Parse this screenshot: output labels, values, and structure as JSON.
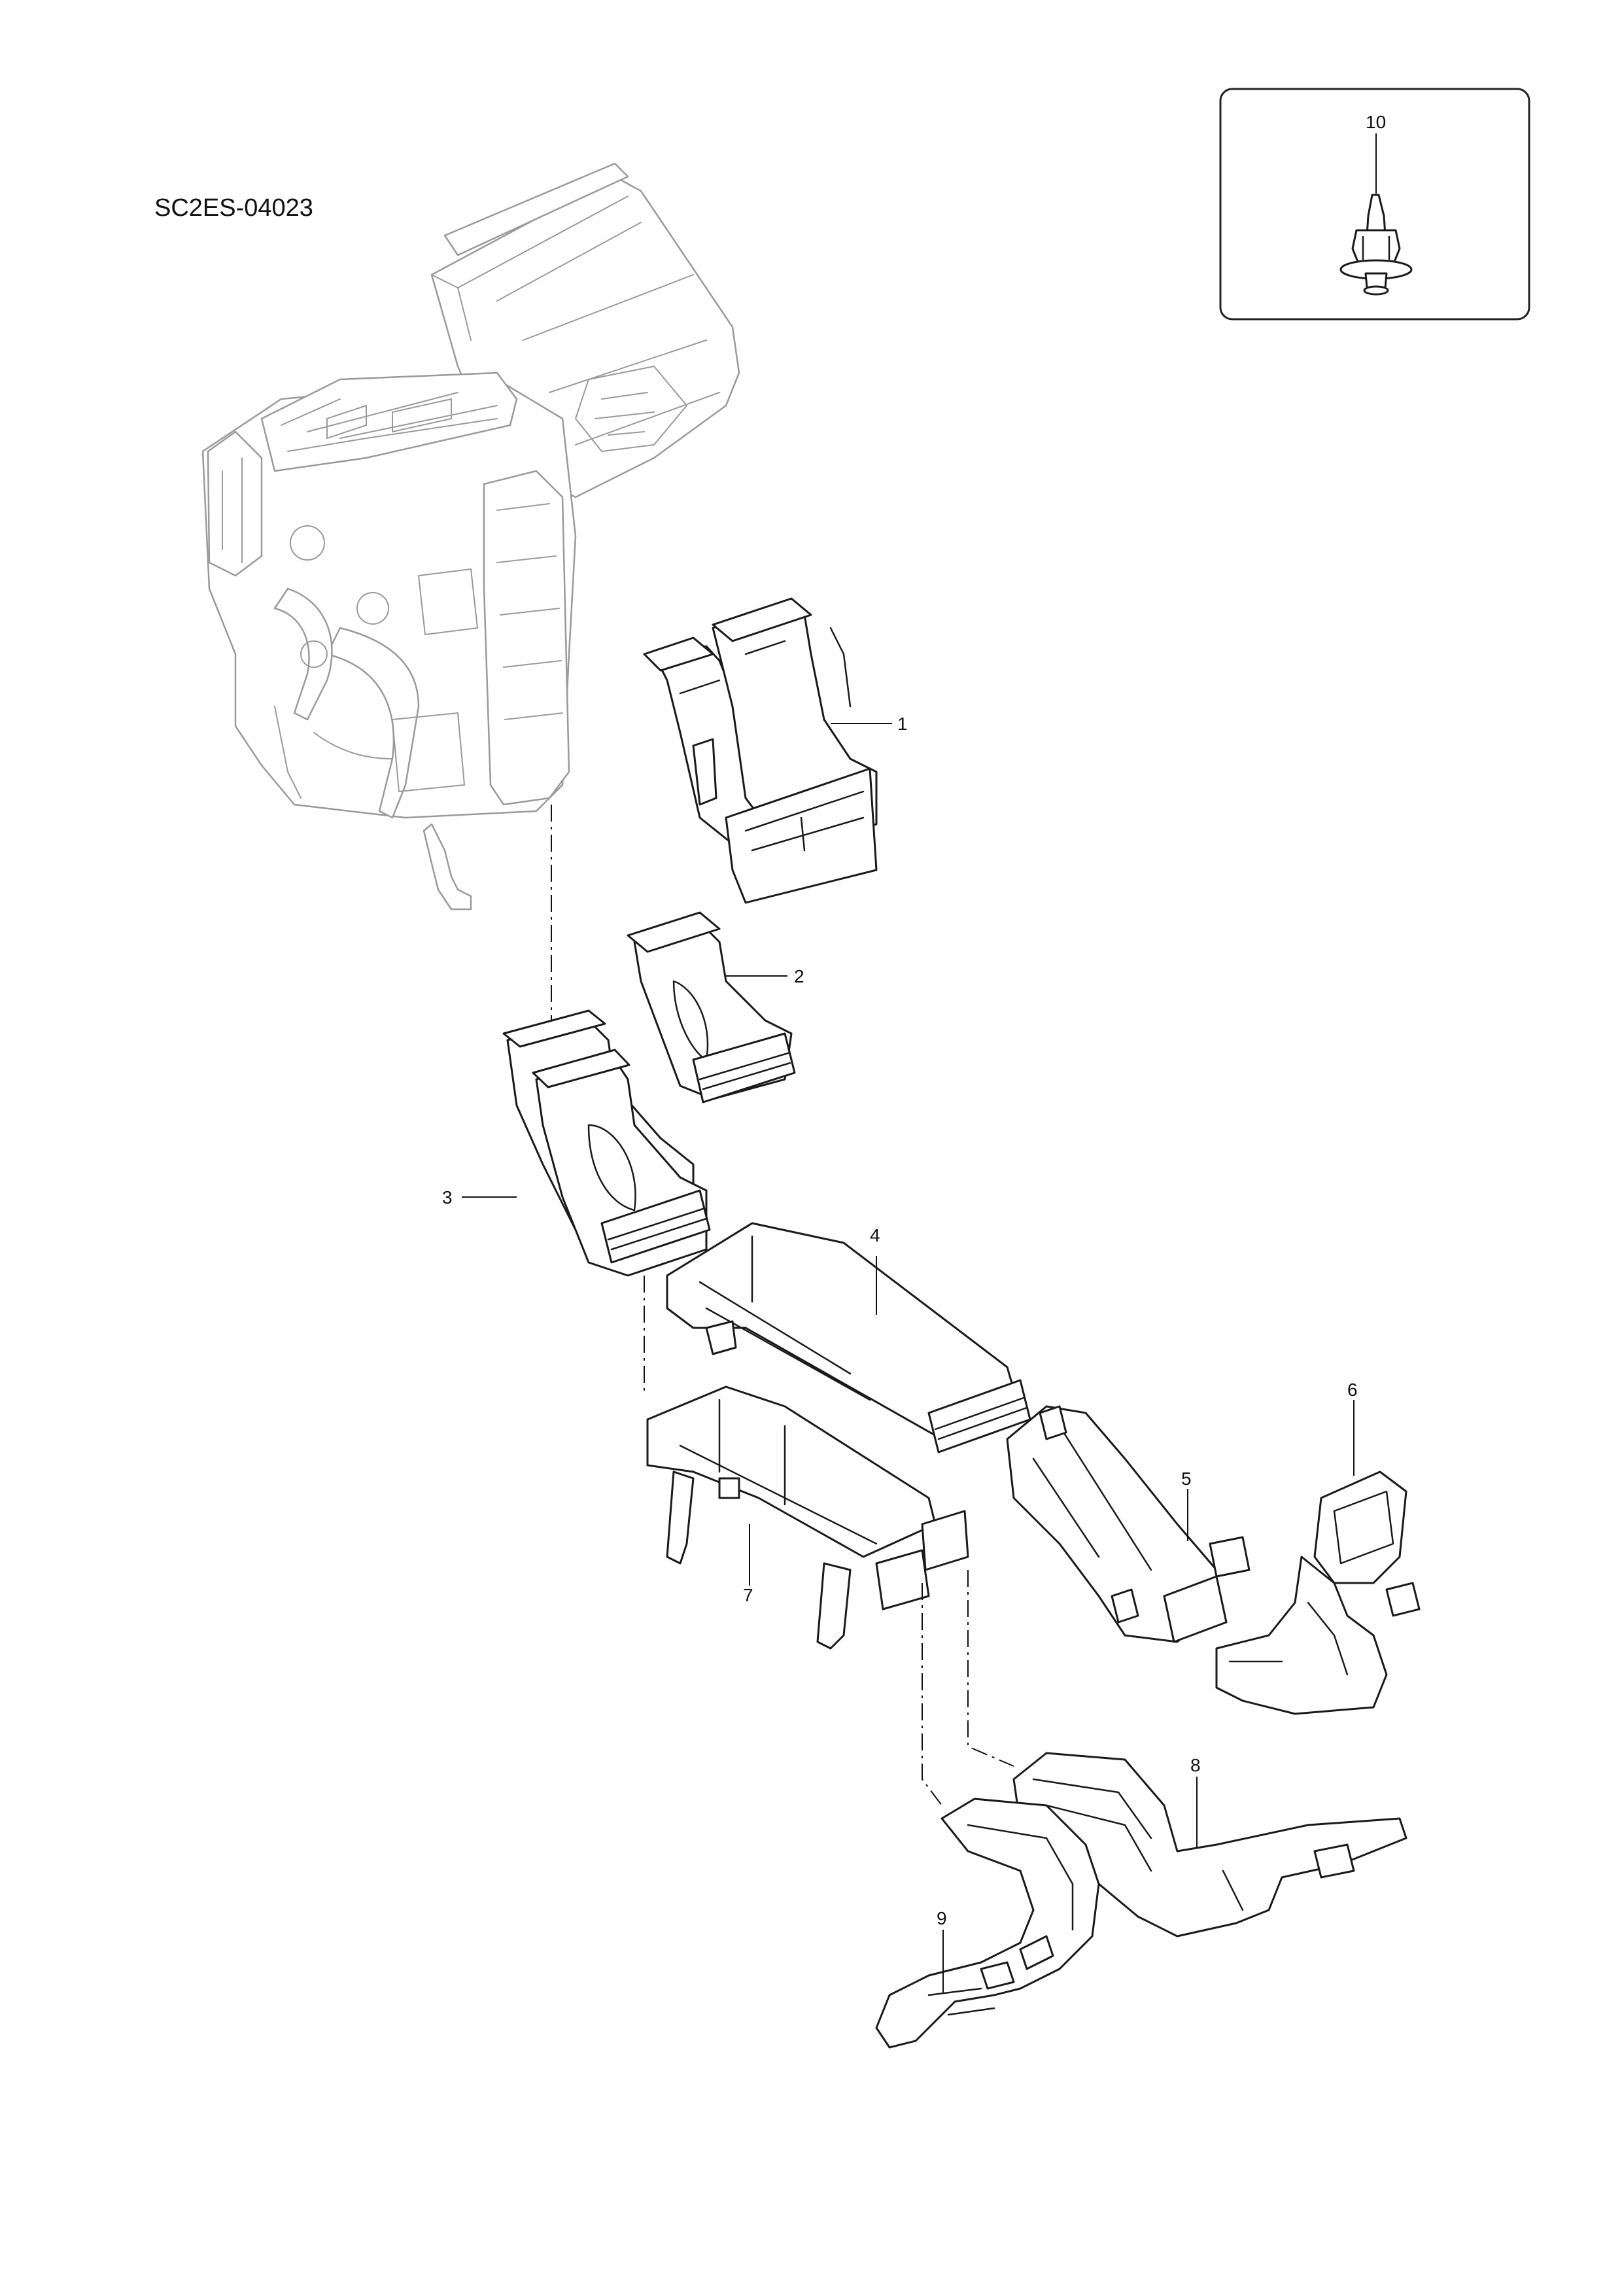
{
  "document": {
    "code": "SC2ES-04023"
  },
  "callouts": [
    {
      "id": "1",
      "label": "1"
    },
    {
      "id": "2",
      "label": "2"
    },
    {
      "id": "3",
      "label": "3"
    },
    {
      "id": "4",
      "label": "4"
    },
    {
      "id": "5",
      "label": "5"
    },
    {
      "id": "6",
      "label": "6"
    },
    {
      "id": "7",
      "label": "7"
    },
    {
      "id": "8",
      "label": "8"
    },
    {
      "id": "9",
      "label": "9"
    },
    {
      "id": "10",
      "label": "10"
    }
  ]
}
